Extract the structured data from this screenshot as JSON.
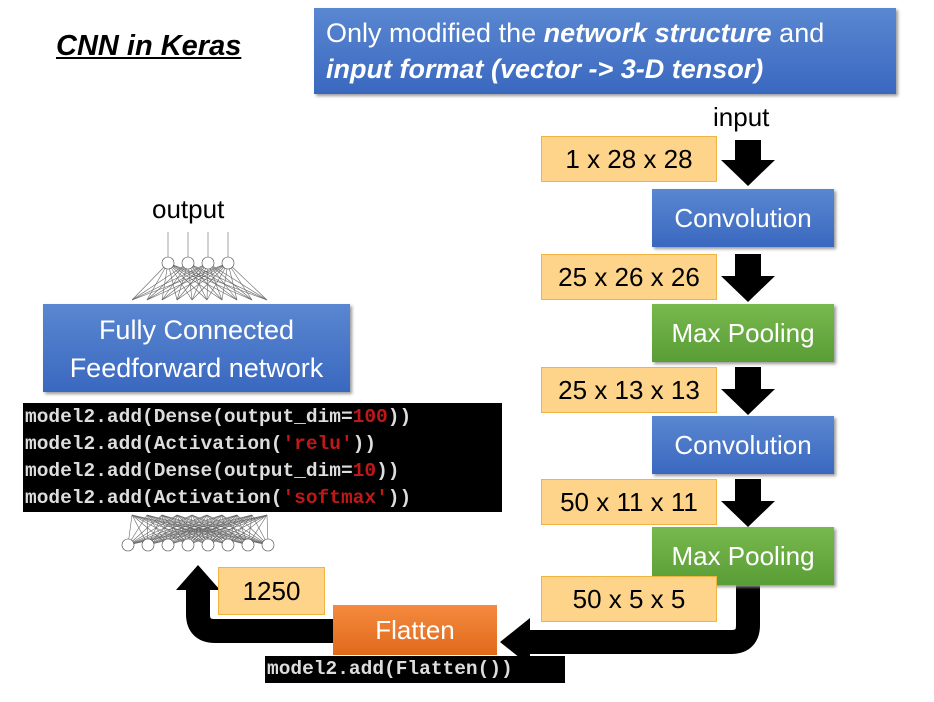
{
  "title": "CNN in Keras",
  "banner": {
    "prefix": "Only modified the ",
    "em1": "network structure",
    "mid": " and",
    "em2": "input format (vector -> 3-D tensor)"
  },
  "input_label": "input",
  "output_label": "output",
  "shapes": [
    "1 x 28 x 28",
    "25 x 26 x 26",
    "25 x 13 x 13",
    "50 x 11 x 11",
    "50 x 5 x 5",
    "1250"
  ],
  "layers": [
    "Convolution",
    "Max Pooling",
    "Convolution",
    "Max Pooling"
  ],
  "flatten": "Flatten",
  "fc": {
    "line1": "Fully Connected",
    "line2": "Feedforward network"
  },
  "code": [
    {
      "pre": "model2.add(Dense(output_dim=",
      "val": "100",
      "post": "))"
    },
    {
      "pre": "model2.add(Activation(",
      "val": "'relu'",
      "post": "))"
    },
    {
      "pre": "model2.add(Dense(output_dim=",
      "val": "10",
      "post": "))"
    },
    {
      "pre": "model2.add(Activation(",
      "val": "'softmax'",
      "post": "))"
    }
  ],
  "flatten_code": "model2.add(Flatten())"
}
